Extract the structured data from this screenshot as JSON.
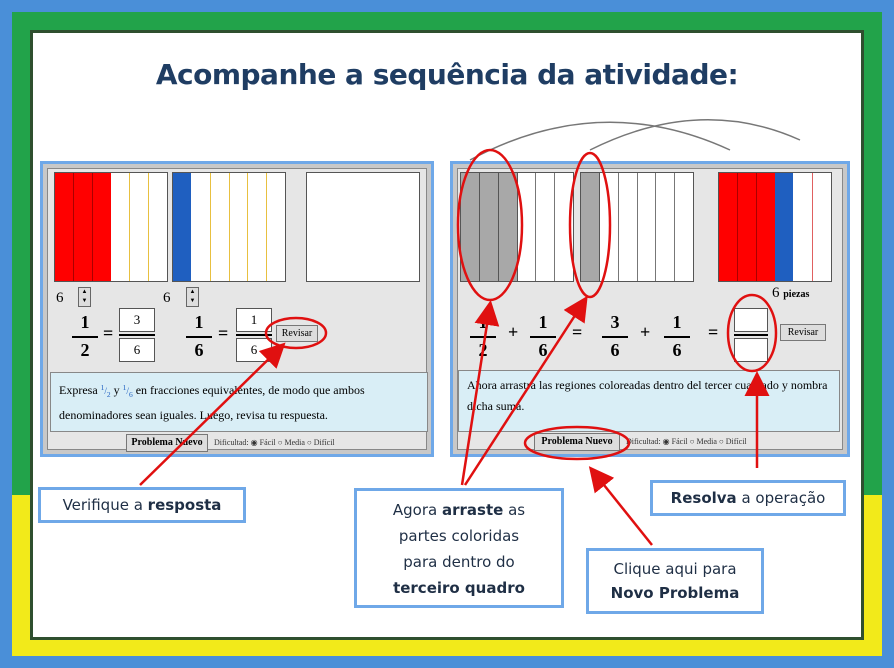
{
  "title": "Acompanhe a sequência da atividade:",
  "left_panel": {
    "stepper1": "6",
    "stepper2": "6",
    "frac1": {
      "num": "1",
      "den": "2"
    },
    "frac2": {
      "num": "1",
      "den": "6"
    },
    "ans1": {
      "num": "3",
      "den": "6"
    },
    "ans2": {
      "num": "1",
      "den": "6"
    },
    "equals": "=",
    "revisar": "Revisar",
    "instructions_pre": "Expresa",
    "instructions_y": "y",
    "instructions_post": "en fracciones equivalentes, de modo que ambos denominadores sean iguales. Luego, revisa tu respuesta.",
    "inline_frac1": {
      "num": "1",
      "den": "2"
    },
    "inline_frac2": {
      "num": "1",
      "den": "6"
    },
    "problema_nuevo": "Problema Nuevo",
    "dificultad": "Dificultad:",
    "options": [
      "Fácil",
      "Media",
      "Difícil"
    ]
  },
  "right_panel": {
    "piezas_count": "6",
    "piezas_label": "piezas",
    "fracs": [
      {
        "num": "1",
        "den": "2"
      },
      {
        "num": "1",
        "den": "6"
      },
      {
        "num": "3",
        "den": "6"
      },
      {
        "num": "1",
        "den": "6"
      }
    ],
    "plus": "+",
    "equals": "=",
    "revisar": "Revisar",
    "instructions": "Ahora arrastra las regiones coloreadas dentro del tercer cuadrado y nombra dicha suma.",
    "problema_nuevo": "Problema Nuevo",
    "dificultad": "Dificultad:",
    "options": [
      "Fácil",
      "Media",
      "Difícil"
    ]
  },
  "callouts": {
    "verifique_pre": "Verifique a",
    "verifique_bold": "resposta",
    "arraste_l1_pre": "Agora",
    "arraste_l1_bold": "arraste",
    "arraste_l1_post": "as",
    "arraste_l2": "partes coloridas",
    "arraste_l3": "para dentro do",
    "arraste_l4": "terceiro quadro",
    "resolva_bold": "Resolva",
    "resolva_post": "a operação",
    "clique_l1": "Clique aqui para",
    "clique_l2": "Novo Problema"
  },
  "colors": {
    "red": "#ff0000",
    "blue": "#1f5fc0",
    "yellow_line": "#e8c040",
    "annotation": "#e01010",
    "callout_border": "#6fa8e8"
  }
}
